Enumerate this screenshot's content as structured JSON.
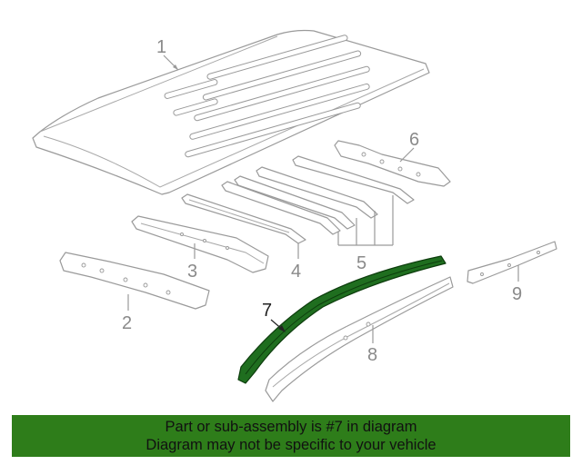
{
  "callouts": {
    "c1": "1",
    "c2": "2",
    "c3": "3",
    "c4": "4",
    "c5": "5",
    "c6": "6",
    "c7": "7",
    "c8": "8",
    "c9": "9"
  },
  "highlighted_part": "7",
  "colors": {
    "banner": "#2e7d1a",
    "highlight": "#1f6e1f",
    "line": "#9a9a9a"
  },
  "banner": {
    "line1": "Part or sub-assembly is #7 in diagram",
    "line2": "Diagram may not be specific to your vehicle"
  }
}
